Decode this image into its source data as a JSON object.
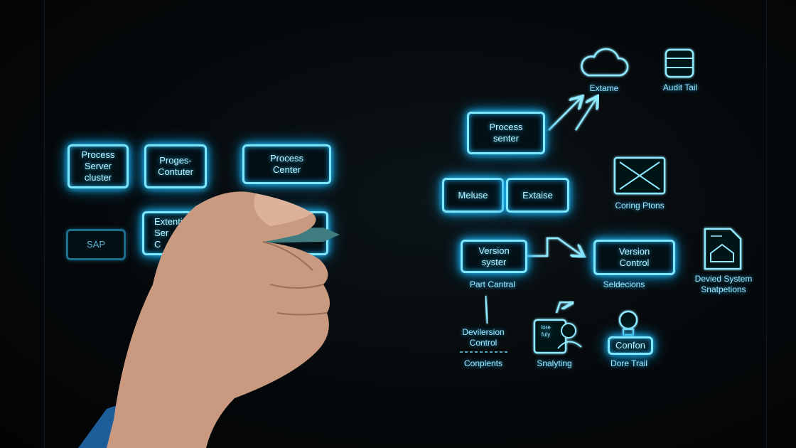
{
  "left_cluster": {
    "process_server_cluster": [
      "Process",
      "Server",
      "cluster"
    ],
    "proges_contuter": [
      "Proges-",
      "Contuter"
    ],
    "process_center": [
      "Process",
      "Center"
    ],
    "extention": [
      "Extentio",
      "Ser",
      "C"
    ],
    "sap": "SAP"
  },
  "right_cluster": {
    "extame": "Extame",
    "audit_tail": "Audit Tail",
    "process_senter": [
      "Process",
      "senter"
    ],
    "meluse": "Meluse",
    "extaise": "Extaise",
    "coring_ptons": "Coring Ptons",
    "version_syster": [
      "Version",
      "syster"
    ],
    "part_cantral": "Part Cantral",
    "version_control": [
      "Version",
      "Control"
    ],
    "seldecions": "Seldecions",
    "devied_system": [
      "Devied System",
      "Snatpetions"
    ],
    "devilersion_control": [
      "Devilersion",
      "Control"
    ],
    "conplents": "Conplents",
    "snalyting_icon_text": [
      "lore",
      "fuly"
    ],
    "snalyting": "Snalyting",
    "confon": "Confon",
    "dore_trail": "Dore Trail"
  },
  "icons": [
    "cloud-icon",
    "database-icon",
    "crossed-chart-icon",
    "document-house-icon",
    "person-chat-icon",
    "lightbulb-icon"
  ],
  "colors": {
    "glow": "#7fe6ff",
    "background": "#05080a",
    "skin": "#c99a80",
    "sleeve": "#1d5d9a"
  }
}
